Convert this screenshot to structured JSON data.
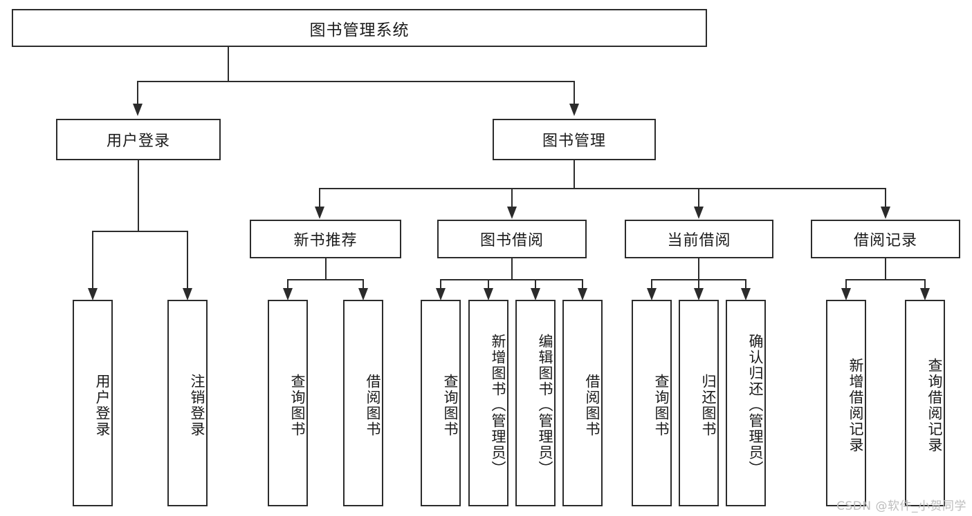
{
  "diagram": {
    "type": "tree-hierarchy",
    "title": "图书管理系统",
    "root": {
      "label": "图书管理系统"
    },
    "level2": [
      {
        "label": "用户登录"
      },
      {
        "label": "图书管理"
      }
    ],
    "level3": [
      {
        "label": "新书推荐"
      },
      {
        "label": "图书借阅"
      },
      {
        "label": "当前借阅"
      },
      {
        "label": "借阅记录"
      }
    ],
    "leaves": {
      "user_login": [
        {
          "label": "用户登录"
        },
        {
          "label": "注销登录"
        }
      ],
      "new_book_recommend": [
        {
          "label": "查询图书"
        },
        {
          "label": "借阅图书"
        }
      ],
      "book_borrow": [
        {
          "label": "查询图书"
        },
        {
          "label": "新增图书（管理员）"
        },
        {
          "label": "编辑图书（管理员）"
        },
        {
          "label": "借阅图书"
        }
      ],
      "current_borrow": [
        {
          "label": "查询图书"
        },
        {
          "label": "归还图书"
        },
        {
          "label": "确认归还（管理员）"
        }
      ],
      "borrow_record": [
        {
          "label": "新增借阅记录"
        },
        {
          "label": "查询借阅记录"
        }
      ]
    }
  },
  "watermark": {
    "text": "CSDN @软件_小贺同学"
  },
  "colors": {
    "stroke": "#2b2b2b",
    "background": "#ffffff",
    "text": "#1a1a1a",
    "watermark": "#bdbdbd"
  }
}
